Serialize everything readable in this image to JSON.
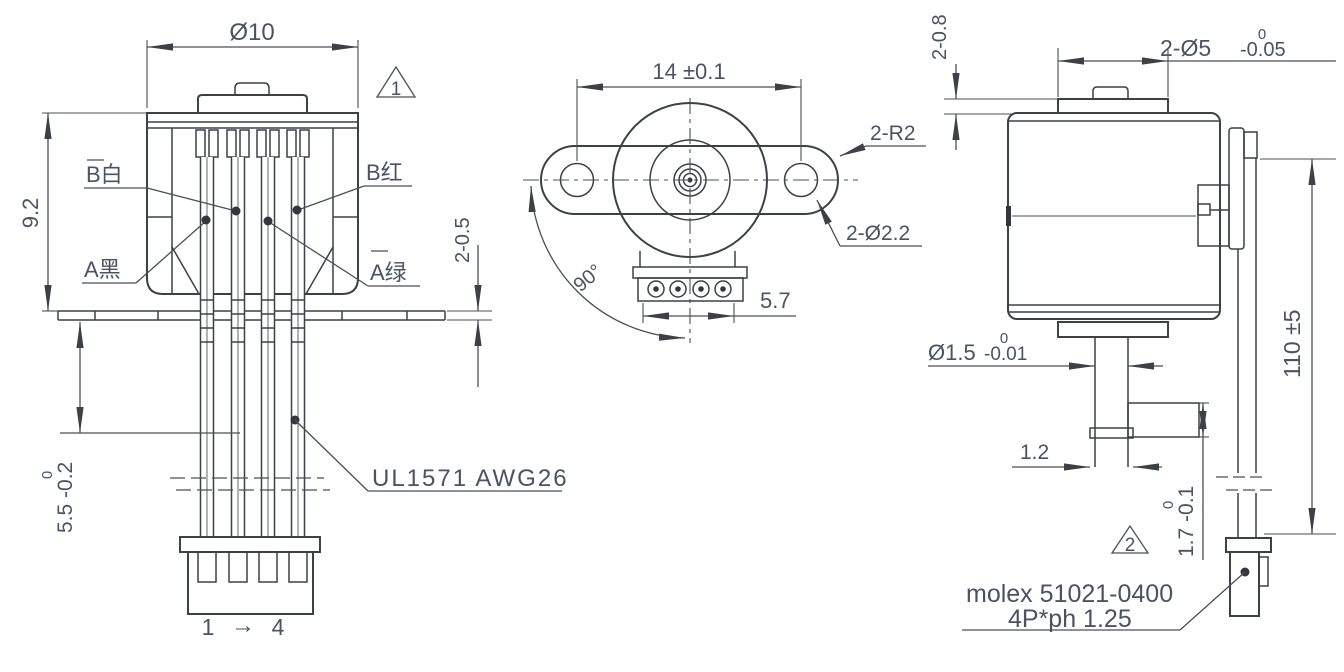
{
  "meta": {
    "type": "engineering-drawing",
    "units": "mm"
  },
  "colors": {
    "line": "#3c4047",
    "text": "#4a5363",
    "background": "#ffffff"
  },
  "front_view": {
    "dim_outer_diameter": "Ø10",
    "rev_flag": "1",
    "dim_body_height": "9.2",
    "dim_flange_thickness": "2-0.5",
    "dim_lead_exposed": {
      "value": "5.5 -0.2",
      "upper": "0"
    },
    "labels": {
      "b_white": "B白",
      "b_red": "B红",
      "a_black": "A黑",
      "a_green": "A绿"
    },
    "wire_spec": "UL1571 AWG26",
    "pin_numbering": {
      "first": "1",
      "arrow": "→",
      "last": "4"
    }
  },
  "top_view": {
    "dim_hole_pitch": "14 ±0.1",
    "dim_ear_radius": "2-R2",
    "dim_hole_diameter": "2-Ø2.2",
    "dim_angle": "90°",
    "dim_connector_width": "5.7"
  },
  "side_view": {
    "dim_boss_height": "2-0.8",
    "dim_boss_diameter": {
      "value": "2-Ø5",
      "upper": "0",
      "lower": "-0.05"
    },
    "dim_shaft_diameter": {
      "value": "Ø1.5",
      "upper": "0",
      "lower": "-0.01"
    },
    "dim_pinion_width": "1.2",
    "dim_pinion_height": {
      "value": "1.7 -0.1",
      "upper": "0"
    },
    "dim_lead_length": "110 ±5",
    "rev_flag": "2",
    "connector": {
      "line1": "molex 51021-0400",
      "line2": "4P*ph 1.25"
    }
  }
}
